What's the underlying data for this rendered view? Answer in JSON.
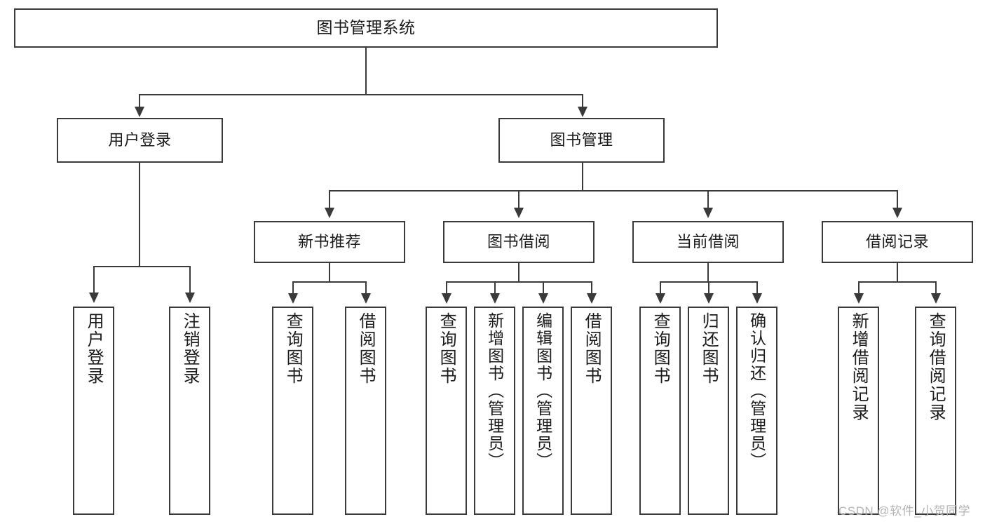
{
  "diagram": {
    "type": "tree",
    "title": "图书管理系统",
    "root": {
      "label": "图书管理系统"
    },
    "level2": [
      {
        "label": "用户登录"
      },
      {
        "label": "图书管理"
      }
    ],
    "level3": [
      {
        "label": "新书推荐"
      },
      {
        "label": "图书借阅"
      },
      {
        "label": "当前借阅"
      },
      {
        "label": "借阅记录"
      }
    ],
    "leaves": {
      "user_login": [
        {
          "label": "用户登录"
        },
        {
          "label": "注销登录"
        }
      ],
      "new_book_recommend": [
        {
          "label": "查询图书"
        },
        {
          "label": "借阅图书"
        }
      ],
      "book_borrow": [
        {
          "label": "查询图书"
        },
        {
          "label": "新增图书（管理员）"
        },
        {
          "label": "编辑图书（管理员）"
        },
        {
          "label": "借阅图书"
        }
      ],
      "current_borrow": [
        {
          "label": "查询图书"
        },
        {
          "label": "归还图书"
        },
        {
          "label": "确认归还（管理员）"
        }
      ],
      "borrow_record": [
        {
          "label": "新增借阅记录"
        },
        {
          "label": "查询借阅记录"
        }
      ]
    }
  },
  "watermark": {
    "text": "CSDN @软件_小贺同学"
  },
  "colors": {
    "stroke": "#3a3a3a",
    "fill": "#ffffff",
    "text": "#1a1a1a",
    "watermark": "#b5b5b5"
  }
}
